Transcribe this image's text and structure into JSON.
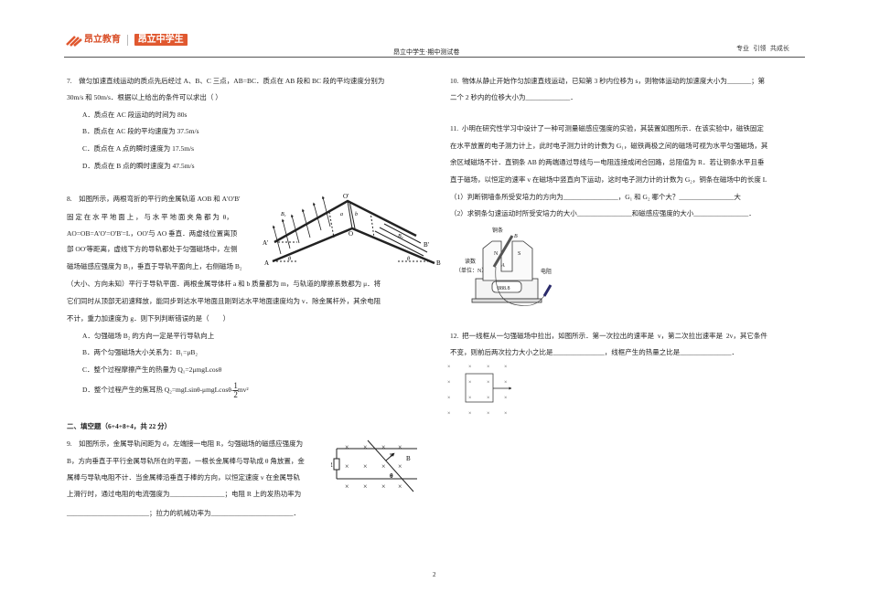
{
  "header": {
    "logo_text": "昂立教育",
    "logo_badge": "昂立中学生",
    "title": "昂立中学生·期中测试卷",
    "slogan": "专业  引领  共成长"
  },
  "colors": {
    "brand": "#e0582f"
  },
  "left": {
    "q7": {
      "lines": [
        "7.    做匀加速直线运动的质点先后经过 A、B、C 三点，AB=BC．质点在 AB 段和 BC 段的平均速度分别为",
        "30m/s 和 50m/s．根据以上给出的条件可以求出（        ）"
      ],
      "options": [
        "A．质点在 AC 段运动的时间为 80s",
        "B．质点在 AC 段的平均速度为 37.5m/s",
        "C．质点在 A 点的瞬时速度为 17.5m/s",
        "D．质点在 B 点的瞬时速度为 47.5m/s"
      ]
    },
    "q8": {
      "lines": [
        "8.    如图所示，两根弯折的平行的金属轨道 AOB 和 A'O'B'",
        "固 定 在 水 平 地 面 上 ， 与 水 平 地 面 夹 角 都 为  θ，",
        "AO=OB=A'O'=O'B'=L，OO'与 AO 垂直．两虚线位置离顶",
        "部 OO'等距离，虚线下方的导轨都处于匀强磁场中，左侧",
        "磁场磁感应强度为 B₁，垂直于导轨平面向上，右侧磁场 B₂",
        "（大小、方向未知）平行于导轨平面．两根金属导体杆 a 和 b 质量都为 m，与轨道的摩擦系数都为 μ．将",
        "它们同时从顶部无初速释放，能同步到达水平地面且刚到达水平地面速度均为 v．除金属杆外，其余电阻",
        "不计，重力加速度为 g．则下列判断错误的是（        ）"
      ],
      "options": [
        "A．匀强磁场 B₂ 的方向一定是平行导轨向上",
        "B．两个匀强磁场大小关系为：B₁=μB₂",
        "C．整个过程摩擦产生的热量为 Q₁=2μmgLcosθ",
        "D．整个过程产生的焦耳热 Q₂=mgLsinθ-μmgLcosθ-"
      ],
      "option_d_frac": {
        "num": "1",
        "den": "2",
        "tail": "mv²"
      },
      "figure_labels": {
        "O_prime": "O'",
        "O": "O",
        "A_prime": "A'",
        "A": "A",
        "B_prime": "B'",
        "B": "B",
        "B1": "B₁",
        "B2": "B₂",
        "a": "a",
        "b": "b",
        "theta": "θ"
      }
    },
    "section2": "二、填空题（6+4+8+4，共 22 分）",
    "q9": {
      "lines": [
        "9.    如图所示，金属导轨间距为 d，左端接一电阻 R，匀强磁场的磁感应强度为",
        "B，方向垂直于平行金属导轨所在的平面，一根长金属棒与导轨成 θ 角放置，金",
        "属棒与导轨电阻不计．当金属棒沿垂直于棒的方向，以恒定速度 v 在金属导轨",
        "上滑行时，通过电阻的电流强度为________________；电阻 R 上的发热功率为",
        "________________________；拉力的机械功率为________________________．"
      ],
      "figure_labels": {
        "R": "R",
        "v": "v",
        "B": "B",
        "theta": "θ",
        "cross": "×"
      }
    }
  },
  "right": {
    "q10": {
      "lines": [
        "10.  物体从静止开始作匀加速直线运动，已知第 3 秒内位移为 s，则物体运动的加速度大小为_______；第",
        "二个 2 秒内的位移大小为_____________．"
      ]
    },
    "q11": {
      "lines": [
        "11.  小明在研究性学习中设计了一种可测量磁感应强度的实验，其装置如图所示．在该实验中，磁铁固定",
        "在水平放置的电子测力计上，此时电子测力计的计数为 G₁，磁铁两极之间的磁场可视为水平匀强磁场，其",
        "余区域磁场不计．直铜条 AB 的两端通过导线与一电阻连接成闭合回路，总阻值为 R．若让铜条水平且垂",
        "直于磁场，以恒定的速率 v 在磁场中竖直向下运动，这时电子测力计的计数为 G₂，铜条在磁场中的长度 L",
        "（1）判断铜墙条所受安培力的方向为________________，G₁ 和 G₂ 哪个大？________________大",
        "（2）求铜条匀速运动时所受安培力的大小________________和磁感应强度的大小________________．"
      ],
      "figure_labels": {
        "copper": "铜条",
        "B": "B",
        "N": "N",
        "S": "S",
        "A": "A",
        "reading": "读数",
        "unit": "（单位：N）",
        "resistor": "电阻",
        "display": "888.8"
      }
    },
    "q12": {
      "lines": [
        "12.  把一线框从一匀强磁场中拉出，如图所示．第一次拉出的速率是  v，第二次拉出速率是  2v，其它条件",
        "不变，则前后两次拉力大小之比是_______________，线框产生的热量之比是_______________．"
      ],
      "cross": "×"
    }
  },
  "footer": {
    "page": "2"
  }
}
